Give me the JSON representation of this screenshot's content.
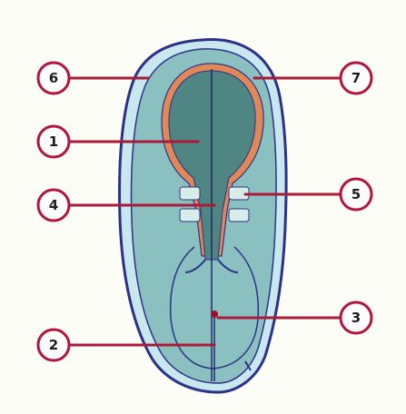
{
  "diagram": {
    "callouts": [
      {
        "id": "c6",
        "label": "6"
      },
      {
        "id": "c7",
        "label": "7"
      },
      {
        "id": "c1",
        "label": "1"
      },
      {
        "id": "c4",
        "label": "4"
      },
      {
        "id": "c5",
        "label": "5"
      },
      {
        "id": "c2",
        "label": "2"
      },
      {
        "id": "c3",
        "label": "3"
      }
    ],
    "colors": {
      "background": "#fdfdf8",
      "outer_outline": "#2d3288",
      "outer_fill": "#c8e7ee",
      "inner_fill": "#8bc0c0",
      "neural_plate": "#4f8583",
      "neural_rim": "#e08858",
      "somite": "#d8ece8",
      "callout_ring": "#b2143e",
      "callout_line": "#a81c38",
      "marker_dot": "#9a1030"
    }
  }
}
